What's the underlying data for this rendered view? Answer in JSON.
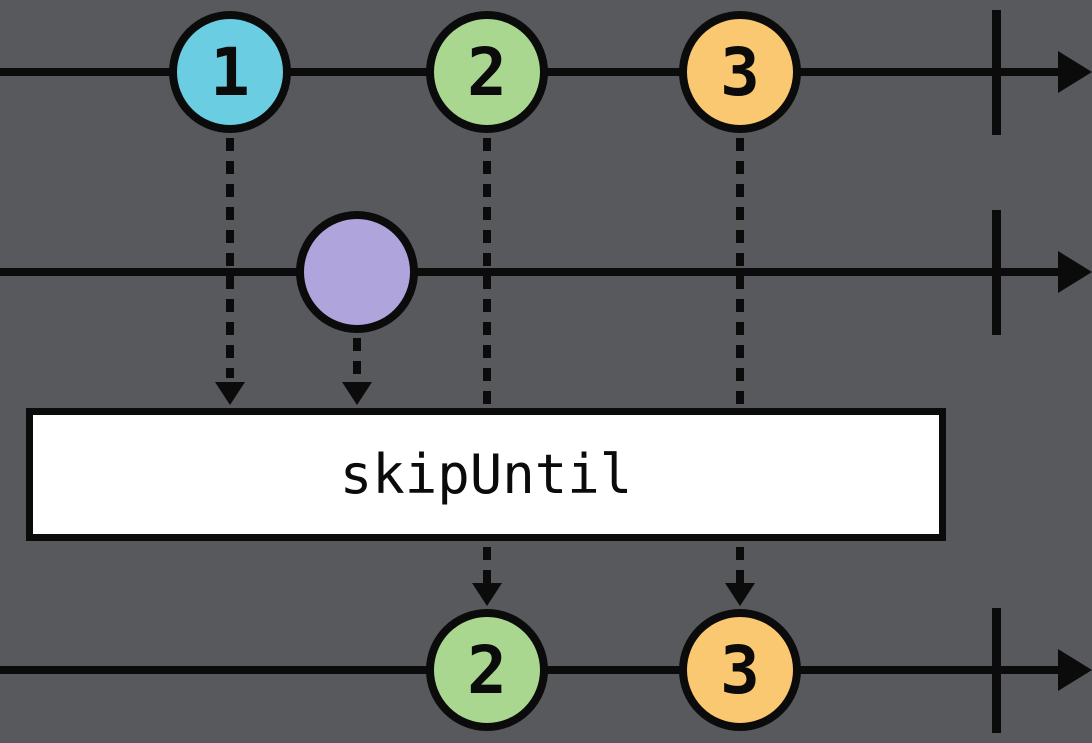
{
  "operator": {
    "label": "skipUntil"
  },
  "source_timeline": {
    "marbles": [
      {
        "label": "1",
        "color": "blue"
      },
      {
        "label": "2",
        "color": "green"
      },
      {
        "label": "3",
        "color": "orange"
      }
    ]
  },
  "notifier_timeline": {
    "marbles": [
      {
        "label": "",
        "color": "purple"
      }
    ]
  },
  "output_timeline": {
    "marbles": [
      {
        "label": "2",
        "color": "green"
      },
      {
        "label": "3",
        "color": "orange"
      }
    ]
  },
  "colors": {
    "background": "#58595D",
    "ink": "#0B0B0C",
    "box_fill": "#FFFFFF",
    "marble_blue": "#6BCDE2",
    "marble_green": "#A9D78F",
    "marble_orange": "#FAC870",
    "marble_purple": "#B0A4DC"
  }
}
